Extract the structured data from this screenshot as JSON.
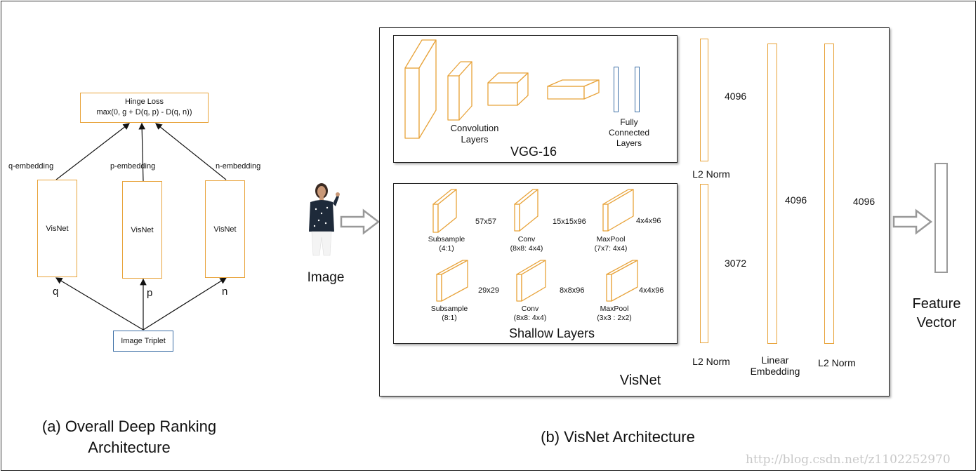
{
  "left_panel": {
    "caption_line1": "(a) Overall Deep Ranking",
    "caption_line2": "Architecture",
    "hinge_loss_title": "Hinge Loss",
    "hinge_loss_formula": "max(0, g + D(q, p) - D(q, n))",
    "embeddings": [
      "q-embedding",
      "p-embedding",
      "n-embedding"
    ],
    "visnet_labels": [
      "VisNet",
      "VisNet",
      "VisNet"
    ],
    "inputs": [
      "q",
      "p",
      "n"
    ],
    "image_triplet": "Image Triplet"
  },
  "right_panel": {
    "caption": "(b) VisNet Architecture",
    "image_label": "Image",
    "visnet_title": "VisNet",
    "vgg": {
      "title": "VGG-16",
      "conv_label_1": "Convolution",
      "conv_label_2": "Layers",
      "fc_label_1": "Fully",
      "fc_label_2": "Connected",
      "fc_label_3": "Layers"
    },
    "shallow": {
      "title": "Shallow Layers",
      "row1": [
        {
          "name": "Subsample",
          "param": "(4:1)",
          "size": "57x57"
        },
        {
          "name": "Conv",
          "param": "(8x8: 4x4)",
          "size": "15x15x96"
        },
        {
          "name": "MaxPool",
          "param": "(7x7: 4x4)",
          "size": "4x4x96"
        }
      ],
      "row2": [
        {
          "name": "Subsample",
          "param": "(8:1)",
          "size": "29x29"
        },
        {
          "name": "Conv",
          "param": "(8x8: 4x4)",
          "size": "8x8x96"
        },
        {
          "name": "MaxPool",
          "param": "(3x3 : 2x2)",
          "size": "4x4x96"
        }
      ]
    },
    "l2norm_top": "L2 Norm",
    "l2norm_bottom": "L2 Norm",
    "size_4096_a": "4096",
    "size_3072": "3072",
    "size_4096_b": "4096",
    "size_4096_c": "4096",
    "linear_embedding_1": "Linear",
    "linear_embedding_2": "Embedding",
    "l2norm_final": "L2 Norm",
    "feature_vector_1": "Feature",
    "feature_vector_2": "Vector"
  },
  "watermark": "http://blog.csdn.net/z1102252970",
  "colors": {
    "orange": "#e8a33a",
    "blue": "#3b6ea5",
    "gray_arrow": "#999999",
    "border": "#222222"
  }
}
